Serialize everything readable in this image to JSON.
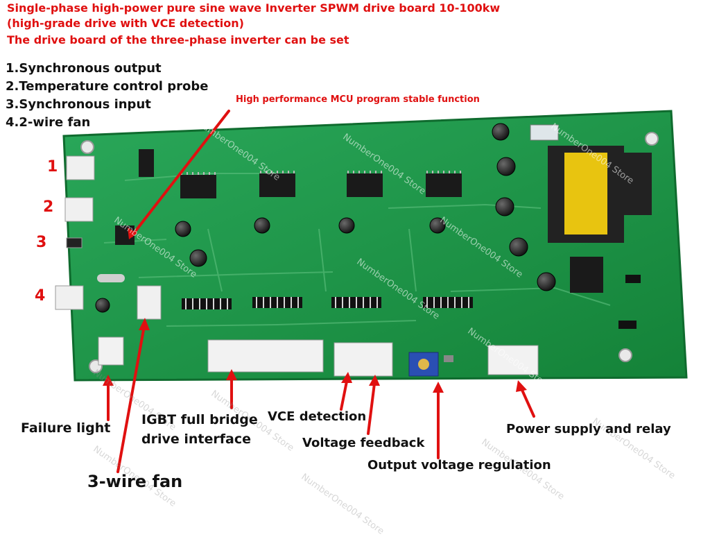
{
  "header": {
    "line1": "Single-phase high-power pure sine wave Inverter SPWM drive board 10-100kw",
    "line2": "(high-grade drive with VCE detection)",
    "line3": "The drive board of the three-phase inverter can be set"
  },
  "features": [
    "1.Synchronous output",
    "2.Temperature control probe",
    "3.Synchronous input",
    "4.2-wire fan"
  ],
  "callout": "High performance MCU program stable function",
  "connector_numbers": [
    "1",
    "2",
    "3",
    "4"
  ],
  "labels": {
    "failure_light": "Failure light",
    "igbt_line1": "IGBT full bridge",
    "igbt_line2": "drive interface",
    "vce": "VCE detection",
    "voltage_feedback": "Voltage feedback",
    "output_regulation": "Output voltage regulation",
    "power_supply": "Power supply and relay",
    "three_wire_fan": "3-wire fan"
  },
  "watermark": "NumberOne004 Store",
  "colors": {
    "accent": "#e01010",
    "pcb": "#1f9a4c",
    "pcb_dark": "#137a38"
  }
}
